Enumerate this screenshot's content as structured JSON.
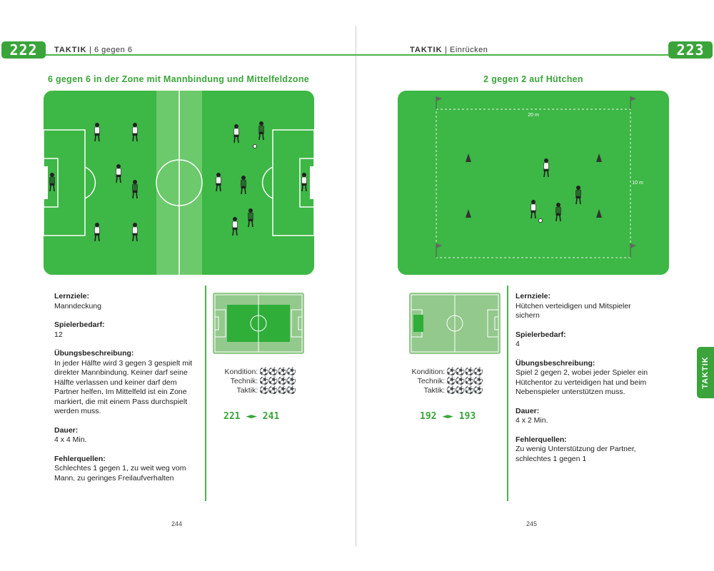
{
  "left": {
    "page_badge": "222",
    "header_section": "TAKTIK",
    "header_separator": "|",
    "header_topic": "6 gegen 6",
    "title": "6 gegen 6 in der Zone mit Mannbindung und Mittelfeldzone",
    "blocks": [
      {
        "label": "Lernziele:",
        "text": "Manndeckung"
      },
      {
        "label": "Spielerbedarf:",
        "text": "12"
      },
      {
        "label": "Übungsbeschreibung:",
        "text": "In jeder Hälfte wird 3 gegen 3 gespielt mit direkter Mannbindung. Keiner darf seine Hälfte verlassen und keiner darf dem Partner helfen. Im Mittelfeld ist ein Zone markiert, die mit einem Pass durchspielt werden muss."
      },
      {
        "label": "Dauer:",
        "text": "4 x 4 Min."
      },
      {
        "label": "Fehlerquellen:",
        "text": "Schlechtes 1 gegen 1, zu weit weg vom Mann, zu geringes Freilaufverhalten"
      }
    ],
    "ratings": [
      {
        "label": "Kondition:",
        "value": 4,
        "max": 4
      },
      {
        "label": "Technik:",
        "value": 4,
        "max": 4
      },
      {
        "label": "Taktik:",
        "value": 4,
        "max": 4
      }
    ],
    "xref_from": "221",
    "xref_to": "241",
    "page_number": "244"
  },
  "right": {
    "page_badge": "223",
    "header_section": "TAKTIK",
    "header_separator": "|",
    "header_topic": "Einrücken",
    "title": "2 gegen 2 auf Hütchen",
    "dim_width": "20 m",
    "dim_height": "10 m",
    "blocks": [
      {
        "label": "Lernziele:",
        "text": "Hütchen verteidigen und Mitspieler sichern"
      },
      {
        "label": "Spielerbedarf:",
        "text": "4"
      },
      {
        "label": "Übungsbeschreibung:",
        "text": "Spiel 2 gegen 2, wobei jeder Spieler ein Hütchentor zu verteidigen hat und beim Nebenspieler unterstützen muss."
      },
      {
        "label": "Dauer:",
        "text": "4 x 2 Min."
      },
      {
        "label": "Fehlerquellen:",
        "text": "Zu wenig Unterstützung der Partner, schlechtes 1 gegen 1"
      }
    ],
    "ratings": [
      {
        "label": "Kondition:",
        "value": 4,
        "max": 4
      },
      {
        "label": "Technik:",
        "value": 4,
        "max": 4
      },
      {
        "label": "Taktik:",
        "value": 4,
        "max": 4
      }
    ],
    "xref_from": "192",
    "xref_to": "193",
    "page_number": "245",
    "side_tab": "TAKTIK"
  },
  "colors": {
    "accent": "#3aa43a",
    "pitch": "#3db745",
    "mini_pitch": "#93c98c"
  },
  "icons": {
    "rating": "soccer-ball-icon",
    "xref": "double-arrow-icon"
  }
}
